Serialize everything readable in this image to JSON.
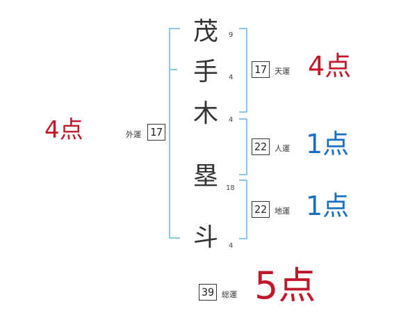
{
  "characters": [
    {
      "char": "茂",
      "strokes": "9"
    },
    {
      "char": "手",
      "strokes": "4"
    },
    {
      "char": "木",
      "strokes": "4"
    },
    {
      "char": "塁",
      "strokes": "18"
    },
    {
      "char": "斗",
      "strokes": "4"
    }
  ],
  "fortunes": {
    "ten": {
      "label": "天運",
      "value": "17",
      "score": "4点",
      "color": "#c0182a"
    },
    "jin": {
      "label": "人運",
      "value": "22",
      "score": "1点",
      "color": "#1a6fc0"
    },
    "chi": {
      "label": "地運",
      "value": "22",
      "score": "1点",
      "color": "#1a6fc0"
    },
    "gai": {
      "label": "外運",
      "value": "17",
      "score": "4点",
      "color": "#c0182a"
    },
    "sou": {
      "label": "総運",
      "value": "39",
      "score": "5点",
      "color": "#c0182a"
    }
  },
  "colors": {
    "bracket": "#8cc8e6",
    "good": "#c0182a",
    "bad": "#1a6fc0"
  }
}
